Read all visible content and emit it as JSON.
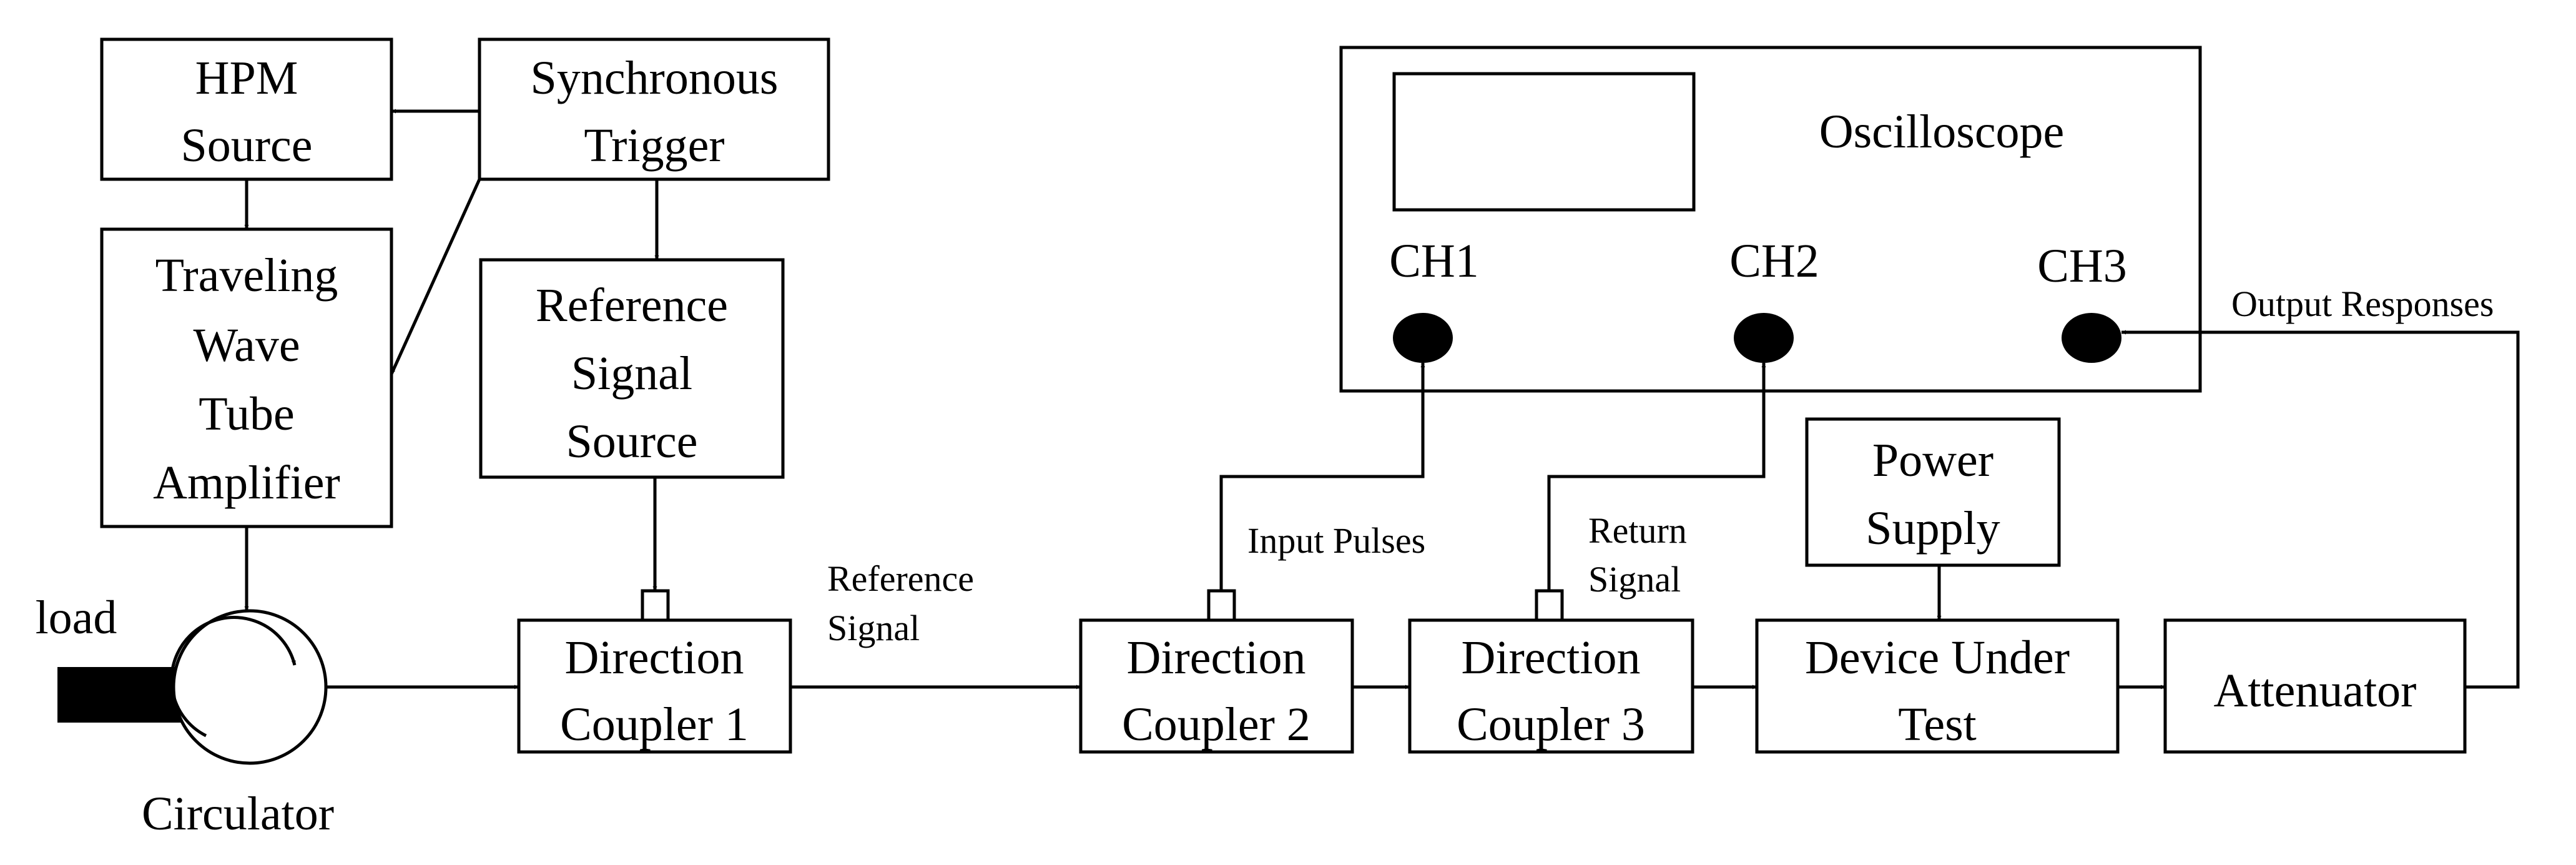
{
  "blocks": {
    "hpm_source": [
      "HPM",
      "Source"
    ],
    "synchronous_trigger": [
      "Synchronous",
      "Trigger"
    ],
    "twta": [
      "Traveling",
      "Wave",
      "Tube",
      "Amplifier"
    ],
    "reference_signal_source": [
      "Reference",
      "Signal",
      "Source"
    ],
    "oscilloscope": "Oscilloscope",
    "channels": [
      "CH1",
      "CH2",
      "CH3"
    ],
    "power_supply": [
      "Power",
      "Supply"
    ],
    "coupler_1": [
      "Direction",
      "Coupler 1"
    ],
    "coupler_2": [
      "Direction",
      "Coupler 2"
    ],
    "coupler_3": [
      "Direction",
      "Coupler 3"
    ],
    "device_under_test": [
      "Device Under",
      "Test"
    ],
    "attenuator": "Attenuator",
    "load": "load",
    "circulator": "Circulator"
  },
  "signals": {
    "reference_signal": [
      "Reference",
      "Signal"
    ],
    "input_pulses": "Input Pulses",
    "return_signal": [
      "Return",
      "Signal"
    ],
    "output_responses": "Output Responses"
  }
}
